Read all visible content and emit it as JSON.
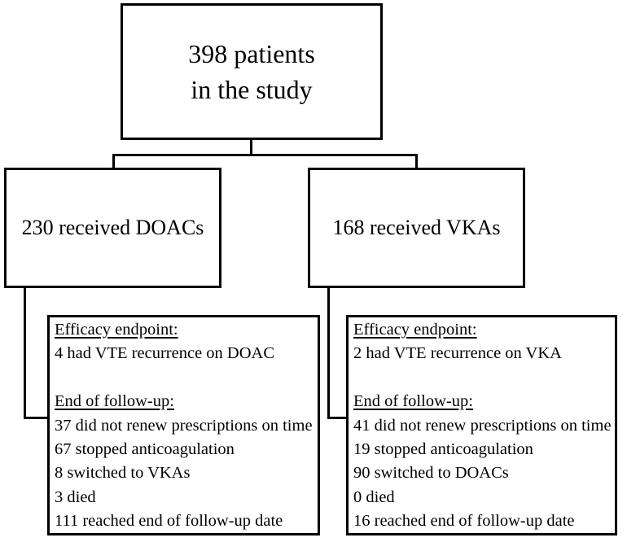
{
  "flowchart": {
    "root": {
      "line1": "398 patients",
      "line2": "in the study"
    },
    "doac_branch": {
      "label": "230 received DOACs"
    },
    "vka_branch": {
      "label": "168 received VKAs"
    },
    "doac_detail": {
      "efficacy_heading": "Efficacy endpoint:",
      "efficacy_text": "4 had VTE recurrence on DOAC",
      "followup_heading": "End of follow-up:",
      "followup_lines": [
        "37 did not renew prescriptions on time",
        "67 stopped anticoagulation",
        "8 switched to VKAs",
        "3 died",
        "111 reached end of follow-up date"
      ]
    },
    "vka_detail": {
      "efficacy_heading": "Efficacy endpoint:",
      "efficacy_text": "2 had VTE recurrence on VKA",
      "followup_heading": "End of follow-up:",
      "followup_lines": [
        "41 did not renew prescriptions on time",
        "19 stopped anticoagulation",
        "90 switched to DOACs",
        "0 died",
        "16 reached end of follow-up date"
      ]
    },
    "colors": {
      "line": "#000000",
      "background": "#ffffff",
      "text": "#000000"
    }
  }
}
